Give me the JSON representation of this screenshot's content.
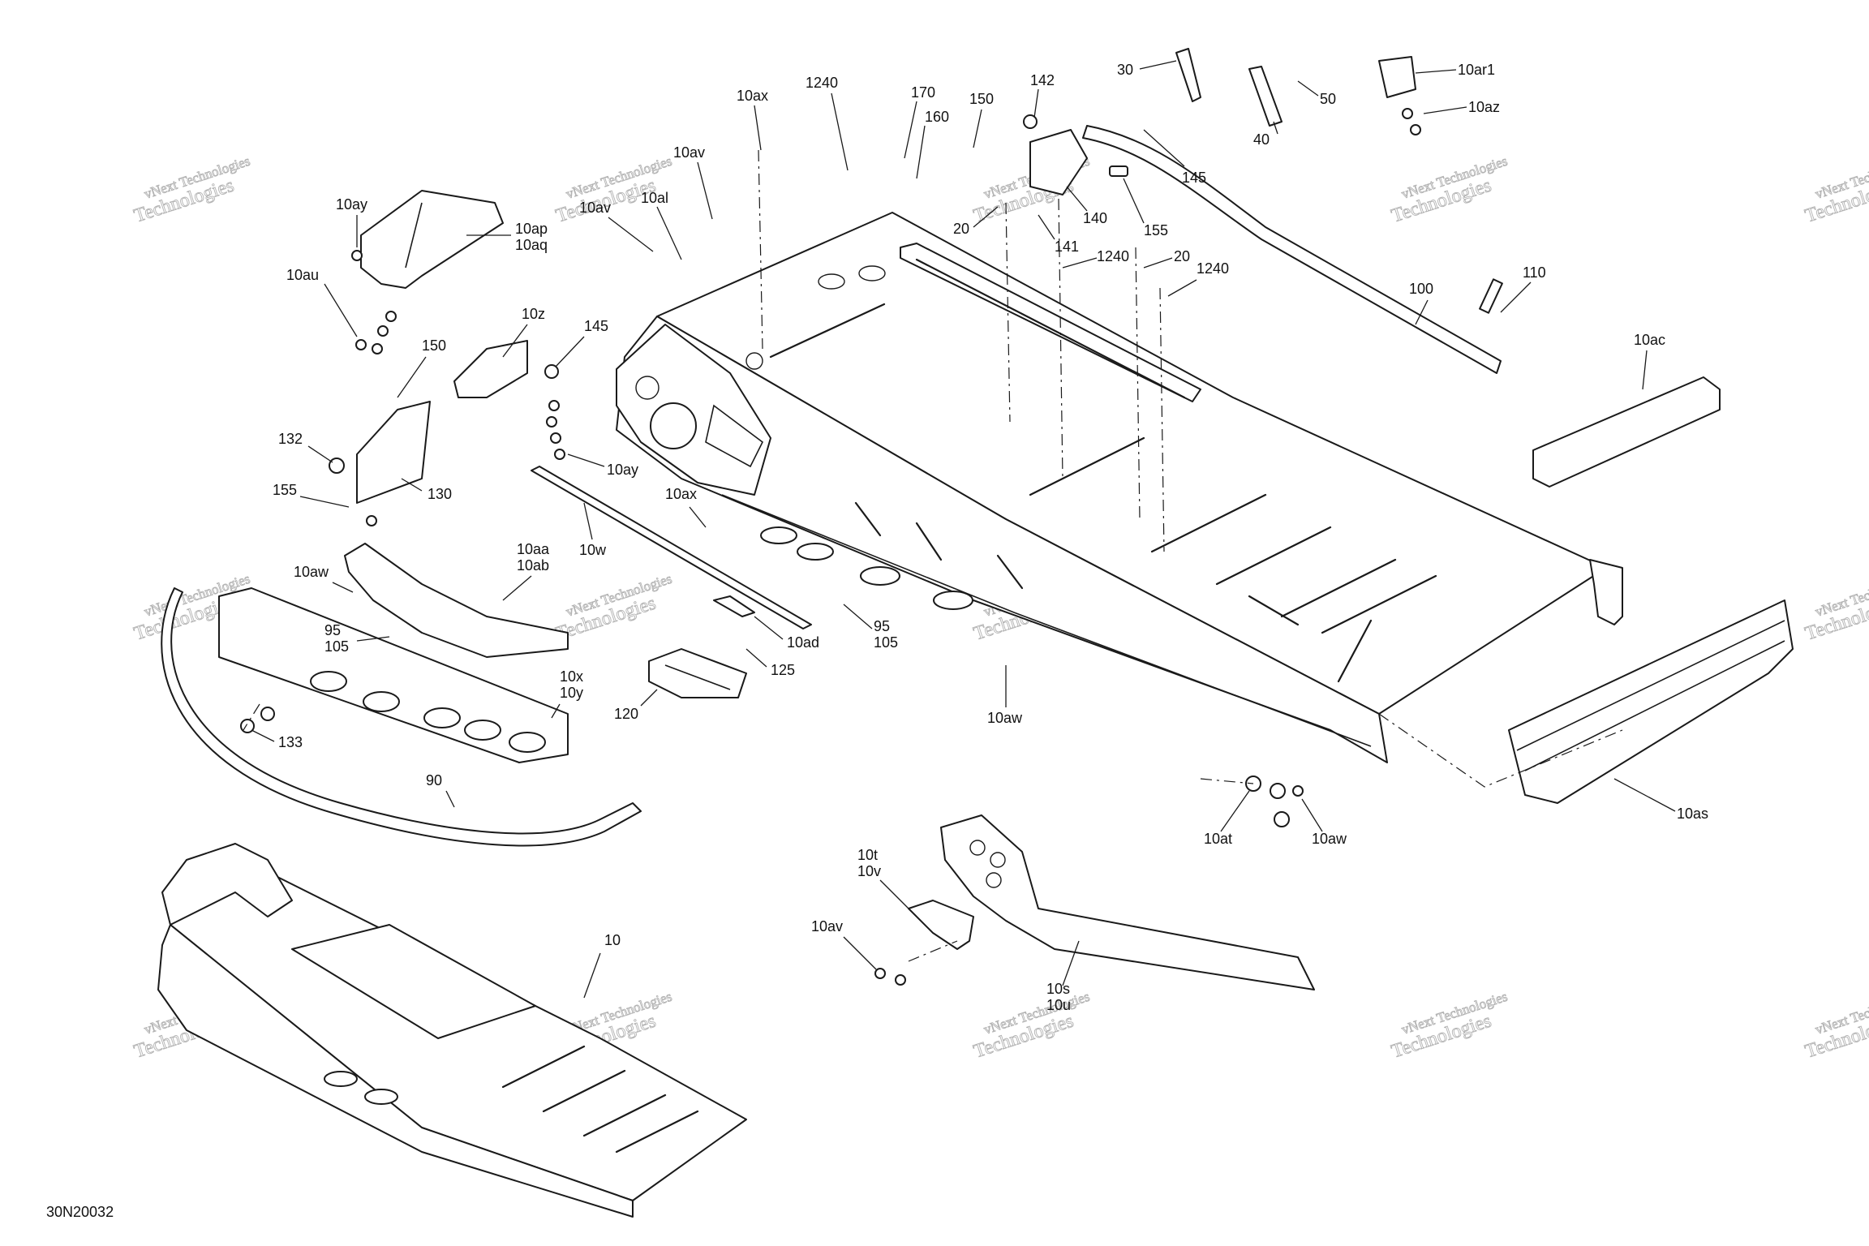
{
  "figure_id": "30N20032",
  "watermark": {
    "line1": "vNext Technologies",
    "line2": "Technologies"
  },
  "callouts": [
    {
      "id": "c-10ax-top",
      "text": "10ax"
    },
    {
      "id": "c-1240-top",
      "text": "1240"
    },
    {
      "id": "c-170",
      "text": "170"
    },
    {
      "id": "c-160",
      "text": "160"
    },
    {
      "id": "c-150-top",
      "text": "150"
    },
    {
      "id": "c-142",
      "text": "142"
    },
    {
      "id": "c-30",
      "text": "30"
    },
    {
      "id": "c-50",
      "text": "50"
    },
    {
      "id": "c-40",
      "text": "40"
    },
    {
      "id": "c-10ar1",
      "text": "10ar1"
    },
    {
      "id": "c-10az",
      "text": "10az"
    },
    {
      "id": "c-145-right",
      "text": "145"
    },
    {
      "id": "c-155-right",
      "text": "155"
    },
    {
      "id": "c-140",
      "text": "140"
    },
    {
      "id": "c-20-a",
      "text": "20"
    },
    {
      "id": "c-141",
      "text": "141"
    },
    {
      "id": "c-1240-mid",
      "text": "1240"
    },
    {
      "id": "c-20-b",
      "text": "20"
    },
    {
      "id": "c-1240-right",
      "text": "1240"
    },
    {
      "id": "c-100",
      "text": "100"
    },
    {
      "id": "c-110",
      "text": "110"
    },
    {
      "id": "c-10ac",
      "text": "10ac"
    },
    {
      "id": "c-10av-top",
      "text": "10av"
    },
    {
      "id": "c-10al",
      "text": "10al"
    },
    {
      "id": "c-10av-left",
      "text": "10av"
    },
    {
      "id": "c-10ay-top",
      "text": "10ay"
    },
    {
      "id": "c-10ap",
      "text": "10ap"
    },
    {
      "id": "c-10aq",
      "text": "10aq"
    },
    {
      "id": "c-10au",
      "text": "10au"
    },
    {
      "id": "c-10z",
      "text": "10z"
    },
    {
      "id": "c-145-left",
      "text": "145"
    },
    {
      "id": "c-150-left",
      "text": "150"
    },
    {
      "id": "c-132",
      "text": "132"
    },
    {
      "id": "c-130",
      "text": "130"
    },
    {
      "id": "c-155-left",
      "text": "155"
    },
    {
      "id": "c-10ay-mid",
      "text": "10ay"
    },
    {
      "id": "c-10ax-mid",
      "text": "10ax"
    },
    {
      "id": "c-10w",
      "text": "10w"
    },
    {
      "id": "c-10aa",
      "text": "10aa"
    },
    {
      "id": "c-10ab",
      "text": "10ab"
    },
    {
      "id": "c-10aw-left",
      "text": "10aw"
    },
    {
      "id": "c-95-left",
      "text": "95"
    },
    {
      "id": "c-105-left",
      "text": "105"
    },
    {
      "id": "c-10x",
      "text": "10x"
    },
    {
      "id": "c-10y",
      "text": "10y"
    },
    {
      "id": "c-133",
      "text": "133"
    },
    {
      "id": "c-10ad",
      "text": "10ad"
    },
    {
      "id": "c-95-mid",
      "text": "95"
    },
    {
      "id": "c-105-mid",
      "text": "105"
    },
    {
      "id": "c-125",
      "text": "125"
    },
    {
      "id": "c-120",
      "text": "120"
    },
    {
      "id": "c-10aw-mid",
      "text": "10aw"
    },
    {
      "id": "c-90",
      "text": "90"
    },
    {
      "id": "c-10at",
      "text": "10at"
    },
    {
      "id": "c-10aw-right",
      "text": "10aw"
    },
    {
      "id": "c-10as",
      "text": "10as"
    },
    {
      "id": "c-10t",
      "text": "10t"
    },
    {
      "id": "c-10v",
      "text": "10v"
    },
    {
      "id": "c-10av-bottom",
      "text": "10av"
    },
    {
      "id": "c-10s",
      "text": "10s"
    },
    {
      "id": "c-10u",
      "text": "10u"
    },
    {
      "id": "c-10",
      "text": "10"
    }
  ]
}
